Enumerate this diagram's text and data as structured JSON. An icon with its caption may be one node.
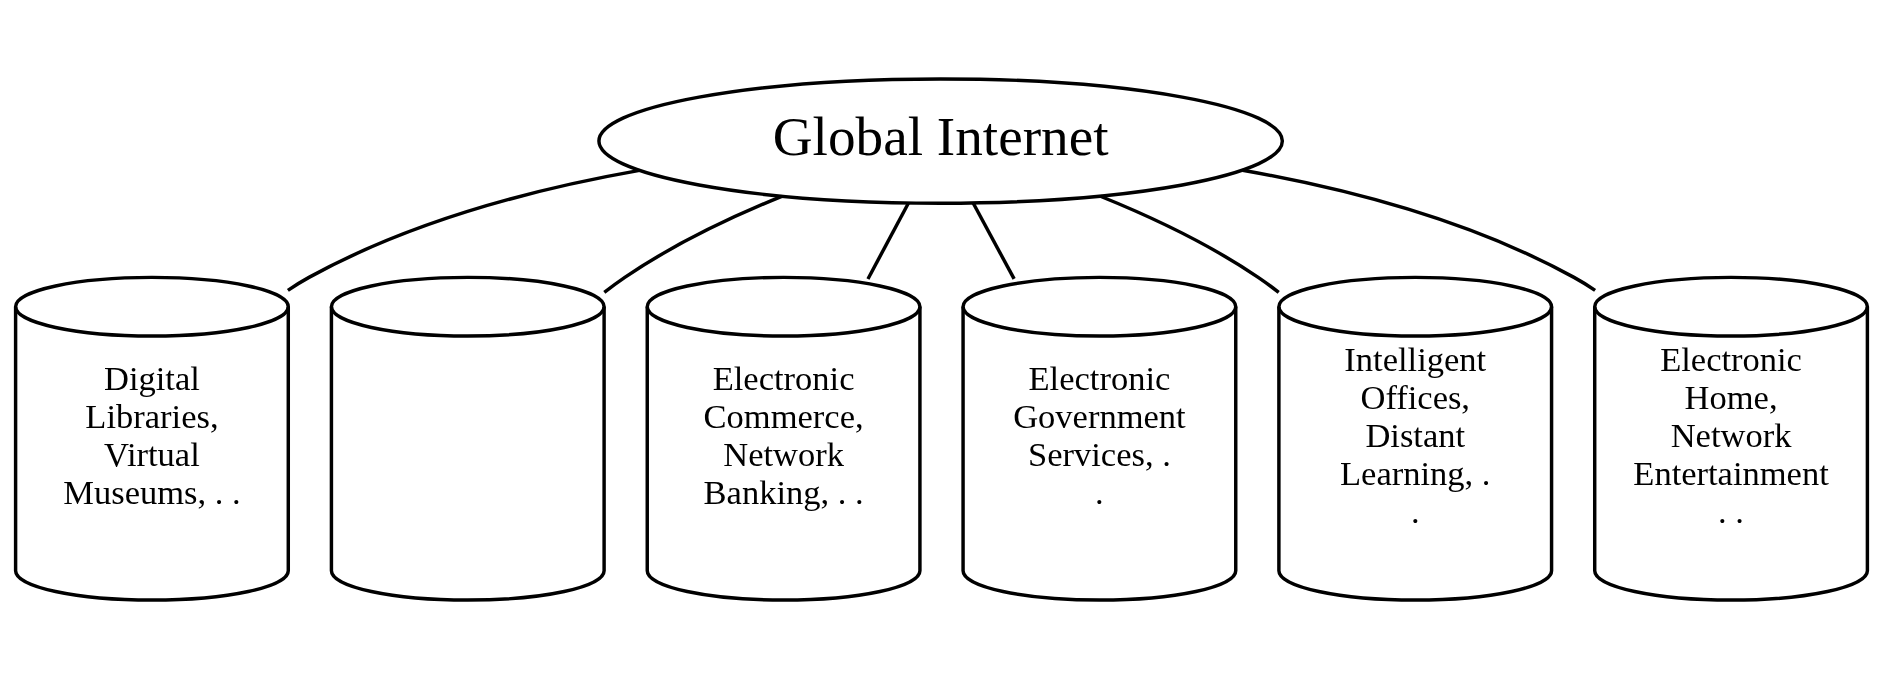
{
  "diagram": {
    "nodes": [
      {
        "text": [
          "Global Internet"
        ]
      },
      {
        "text": [
          "Digital Libraries, Virtual Museums, . ."
        ]
      },
      {
        "text": [],
        "shape": "cylinder"
      },
      {
        "text": [
          "Electronic Commerce, Network Banking, . ."
        ]
      },
      {
        "text": [
          "Electronic Government Services, . ."
        ]
      },
      {
        "text": [
          "Intelligent Offices, Distant Learning, . ."
        ]
      },
      {
        "text": [
          "Electronic Home, Network Entertainment . ."
        ]
      }
    ],
    "edges": [
      {
        "from": 0,
        "to": 1,
        "arrow": "none"
      },
      {
        "from": 0,
        "to": 2,
        "arrow": "none"
      },
      {
        "from": 0,
        "to": 3,
        "arrow": "none"
      },
      {
        "from": 0,
        "to": 4,
        "arrow": "none"
      },
      {
        "from": 0,
        "to": 5,
        "arrow": "none"
      },
      {
        "from": 0,
        "to": 6,
        "arrow": "none"
      }
    ]
  }
}
